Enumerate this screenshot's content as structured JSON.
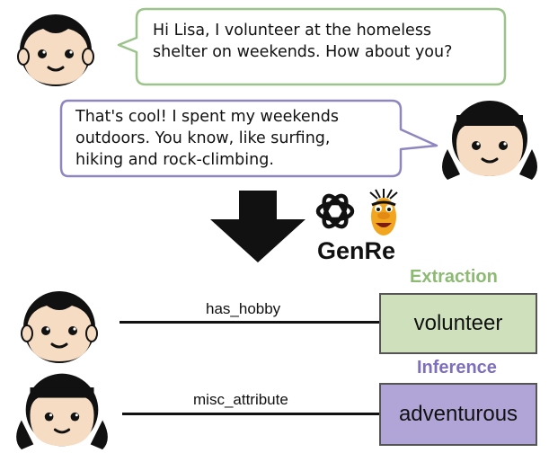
{
  "messages": [
    {
      "speaker": "boy",
      "text": "Hi Lisa, I volunteer at the homeless\nshelter on weekends. How about you?"
    },
    {
      "speaker": "girl",
      "text": "That's cool! I spent my weekends\noutdoors. You know, like surfing,\nhiking and rock-climbing."
    }
  ],
  "brand": {
    "name": "GenRe"
  },
  "sections": {
    "extraction": "Extraction",
    "inference": "Inference"
  },
  "relations": [
    {
      "label": "has_hobby",
      "value": "volunteer"
    },
    {
      "label": "misc_attribute",
      "value": "adventurous"
    }
  ],
  "colors": {
    "boy_bubble_border": "#9bc38a",
    "girl_bubble_border": "#8f86c0",
    "extraction_title": "#8dba73",
    "inference_title": "#7e6fbd",
    "extraction_box": "#cfe1bc",
    "inference_box": "#b0a5d6"
  }
}
